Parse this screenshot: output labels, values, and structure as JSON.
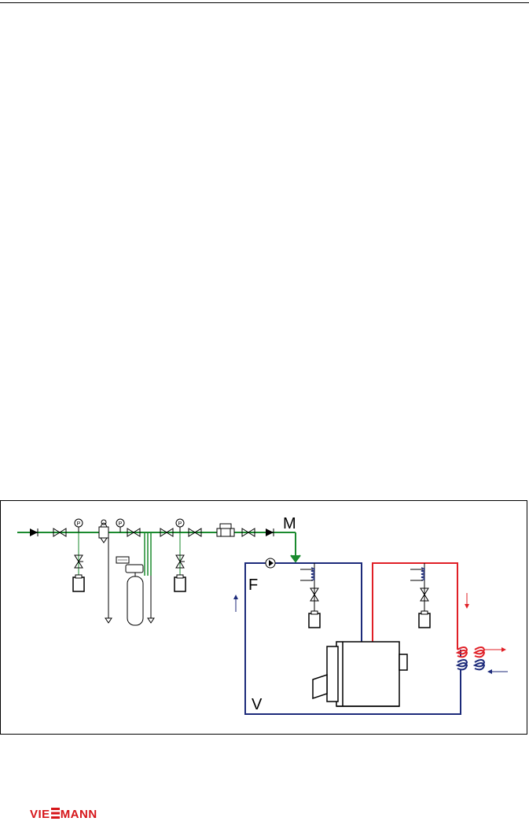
{
  "diagram": {
    "labels": {
      "M": "M",
      "F": "F",
      "V": "V"
    },
    "pressure_gauge_label": "P",
    "colors": {
      "green": "#1a8a2e",
      "blue": "#1c2a7a",
      "red": "#e01f26",
      "black": "#000000"
    }
  },
  "logo": {
    "left": "VIE",
    "right": "MANN",
    "color": "#d6161a"
  }
}
